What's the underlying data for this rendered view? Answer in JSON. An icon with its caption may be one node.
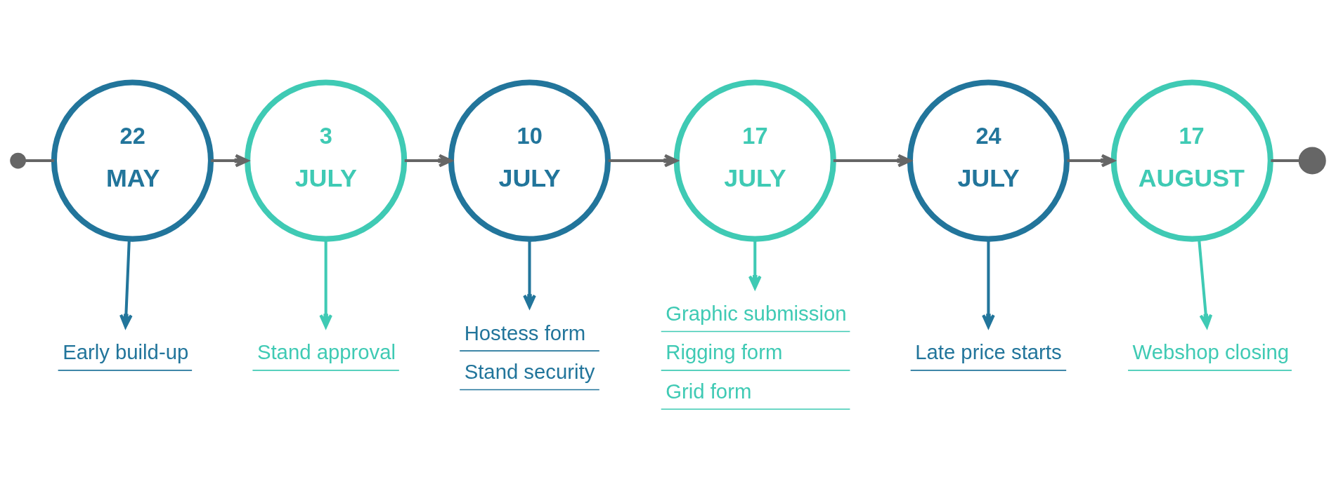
{
  "diagram": {
    "nodes": [
      {
        "text": [],
        "shape": "circle"
      },
      {
        "text": [
          "22",
          "MAY"
        ]
      },
      {
        "text": [
          "3",
          "JULY"
        ]
      },
      {
        "text": [
          "10",
          "JULY"
        ]
      },
      {
        "text": [
          "17",
          "JULY"
        ]
      },
      {
        "text": [
          "24",
          "JULY"
        ]
      },
      {
        "text": [
          "17",
          "AUGUST"
        ]
      },
      {
        "text": [],
        "shape": "circle"
      },
      {
        "text": [
          "Early build-up"
        ]
      },
      {
        "text": [
          "Stand approval"
        ]
      },
      {
        "text": [
          "Hostess form",
          "Stand security"
        ]
      },
      {
        "text": [
          "Graphic submission",
          "Rigging form",
          "Grid form"
        ]
      },
      {
        "text": [
          "Late price starts"
        ]
      },
      {
        "text": [
          "Webshop closing"
        ]
      }
    ],
    "edges": [
      {
        "from": 0,
        "to": 1,
        "arrow": "none"
      },
      {
        "from": 1,
        "to": 2,
        "arrow": "to"
      },
      {
        "from": 2,
        "to": 3,
        "arrow": "to"
      },
      {
        "from": 3,
        "to": 4,
        "arrow": "to"
      },
      {
        "from": 4,
        "to": 5,
        "arrow": "to"
      },
      {
        "from": 5,
        "to": 6,
        "arrow": "to"
      },
      {
        "from": 6,
        "to": 7,
        "arrow": "none"
      },
      {
        "from": 1,
        "to": 8,
        "arrow": "to",
        "color": "#22759b"
      },
      {
        "from": 2,
        "to": 9,
        "arrow": "to",
        "color": "#3fcab4"
      },
      {
        "from": 3,
        "to": 10,
        "arrow": "to",
        "color": "#22759b"
      },
      {
        "from": 4,
        "to": 11,
        "arrow": "to",
        "color": "#3fcab4"
      },
      {
        "from": 5,
        "to": 12,
        "arrow": "to",
        "color": "#22759b"
      },
      {
        "from": 6,
        "to": 13,
        "arrow": "to",
        "color": "#3fcab4"
      }
    ]
  }
}
